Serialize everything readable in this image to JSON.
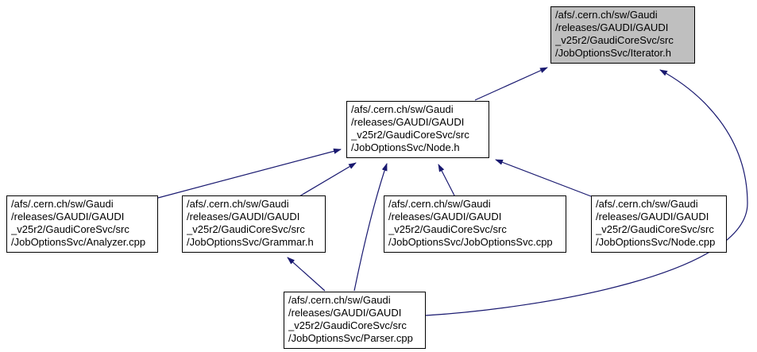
{
  "diagram": {
    "kind": "include-dependency-graph",
    "colors": {
      "edge": "#191970",
      "node_fill": "#ffffff",
      "highlight_fill": "#bfbfbf",
      "node_border": "#000000",
      "text": "#000000"
    },
    "nodes": [
      {
        "id": "iterator-h",
        "highlighted": true,
        "lines": [
          "/afs/.cern.ch/sw/Gaudi",
          "/releases/GAUDI/GAUDI",
          "_v25r2/GaudiCoreSvc/src",
          "/JobOptionsSvc/Iterator.h"
        ]
      },
      {
        "id": "node-h",
        "highlighted": false,
        "lines": [
          "/afs/.cern.ch/sw/Gaudi",
          "/releases/GAUDI/GAUDI",
          "_v25r2/GaudiCoreSvc/src",
          "/JobOptionsSvc/Node.h"
        ]
      },
      {
        "id": "analyzer-cpp",
        "highlighted": false,
        "lines": [
          "/afs/.cern.ch/sw/Gaudi",
          "/releases/GAUDI/GAUDI",
          "_v25r2/GaudiCoreSvc/src",
          "/JobOptionsSvc/Analyzer.cpp"
        ]
      },
      {
        "id": "grammar-h",
        "highlighted": false,
        "lines": [
          "/afs/.cern.ch/sw/Gaudi",
          "/releases/GAUDI/GAUDI",
          "_v25r2/GaudiCoreSvc/src",
          "/JobOptionsSvc/Grammar.h"
        ]
      },
      {
        "id": "joboptionssvc-cpp",
        "highlighted": false,
        "lines": [
          "/afs/.cern.ch/sw/Gaudi",
          "/releases/GAUDI/GAUDI",
          "_v25r2/GaudiCoreSvc/src",
          "/JobOptionsSvc/JobOptionsSvc.cpp"
        ]
      },
      {
        "id": "node-cpp",
        "highlighted": false,
        "lines": [
          "/afs/.cern.ch/sw/Gaudi",
          "/releases/GAUDI/GAUDI",
          "_v25r2/GaudiCoreSvc/src",
          "/JobOptionsSvc/Node.cpp"
        ]
      },
      {
        "id": "parser-cpp",
        "highlighted": false,
        "lines": [
          "/afs/.cern.ch/sw/Gaudi",
          "/releases/GAUDI/GAUDI",
          "_v25r2/GaudiCoreSvc/src",
          "/JobOptionsSvc/Parser.cpp"
        ]
      }
    ],
    "edges": [
      {
        "from": "node-h",
        "to": "iterator-h"
      },
      {
        "from": "parser-cpp",
        "to": "iterator-h"
      },
      {
        "from": "analyzer-cpp",
        "to": "node-h"
      },
      {
        "from": "grammar-h",
        "to": "node-h"
      },
      {
        "from": "parser-cpp",
        "to": "node-h"
      },
      {
        "from": "joboptionssvc-cpp",
        "to": "node-h"
      },
      {
        "from": "node-cpp",
        "to": "node-h"
      },
      {
        "from": "parser-cpp",
        "to": "grammar-h"
      }
    ]
  }
}
